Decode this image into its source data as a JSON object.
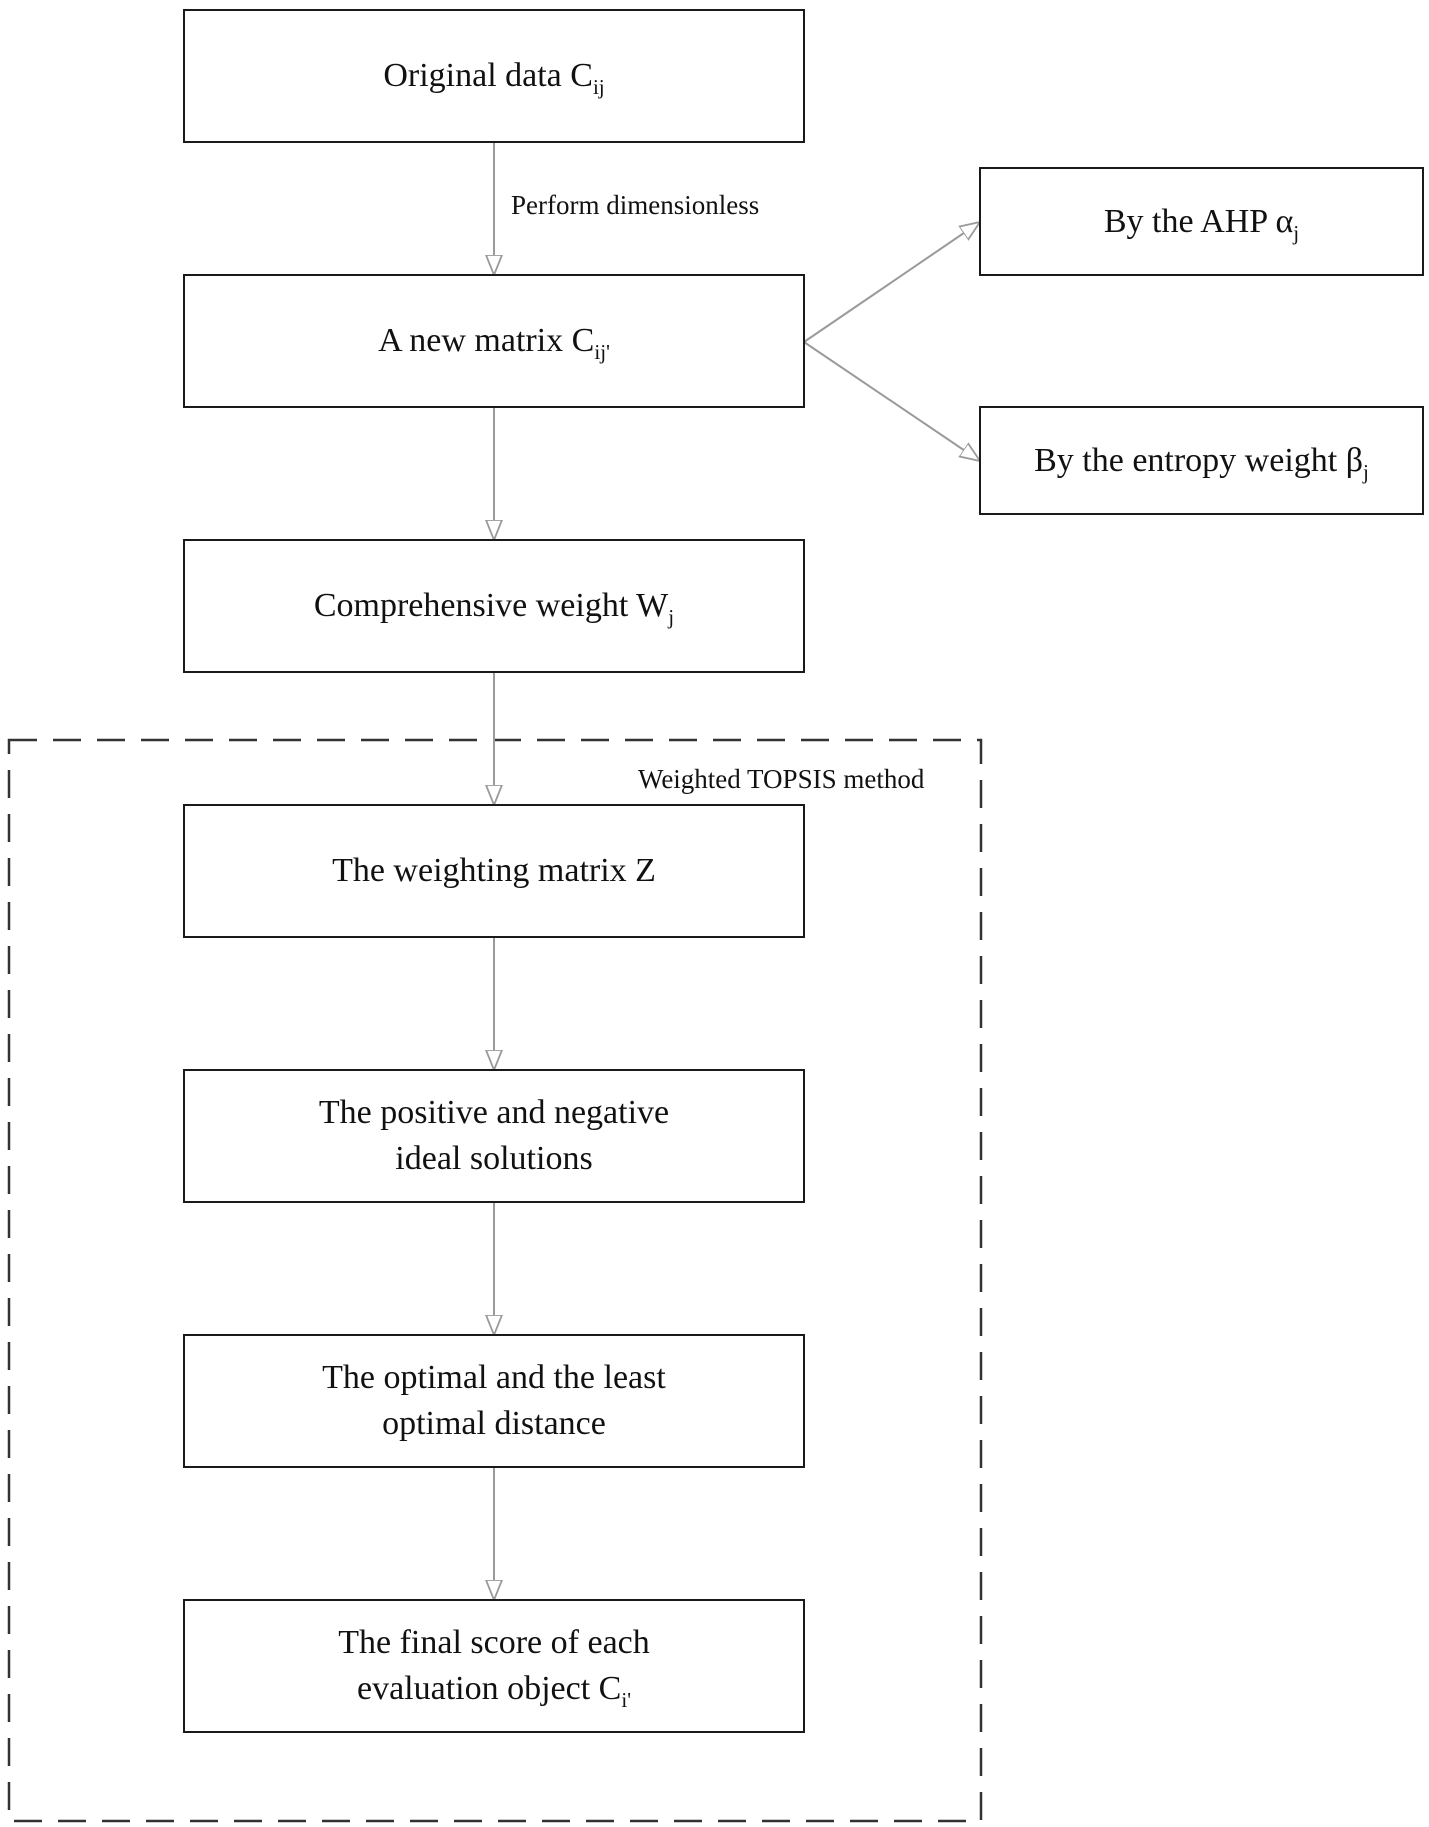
{
  "nodes": {
    "original_data": {
      "text": "Original data C",
      "sub": "ij"
    },
    "new_matrix": {
      "text": "A new matrix C",
      "sub": "ij'"
    },
    "ahp": {
      "text": "By the AHP α",
      "sub": "j"
    },
    "entropy": {
      "text": "By the entropy weight β",
      "sub": "j"
    },
    "comprehensive_weight": {
      "text": "Comprehensive weight W",
      "sub": "j"
    },
    "weighting_matrix": {
      "text": "The weighting matrix Z"
    },
    "ideal_solutions": {
      "line1": "The positive and negative",
      "line2": "ideal solutions"
    },
    "optimal_distance": {
      "line1": "The optimal and the least",
      "line2": "optimal distance"
    },
    "final_score": {
      "line1": "The final score of each",
      "line2": "evaluation object C",
      "sub": "i'"
    }
  },
  "edges": {
    "dimensionless_label": "Perform dimensionless"
  },
  "group": {
    "label": "Weighted TOPSIS method"
  },
  "colors": {
    "box_border": "#1a1a1a",
    "arrow": "#9a9a9a",
    "dashed_group": "#333333"
  }
}
